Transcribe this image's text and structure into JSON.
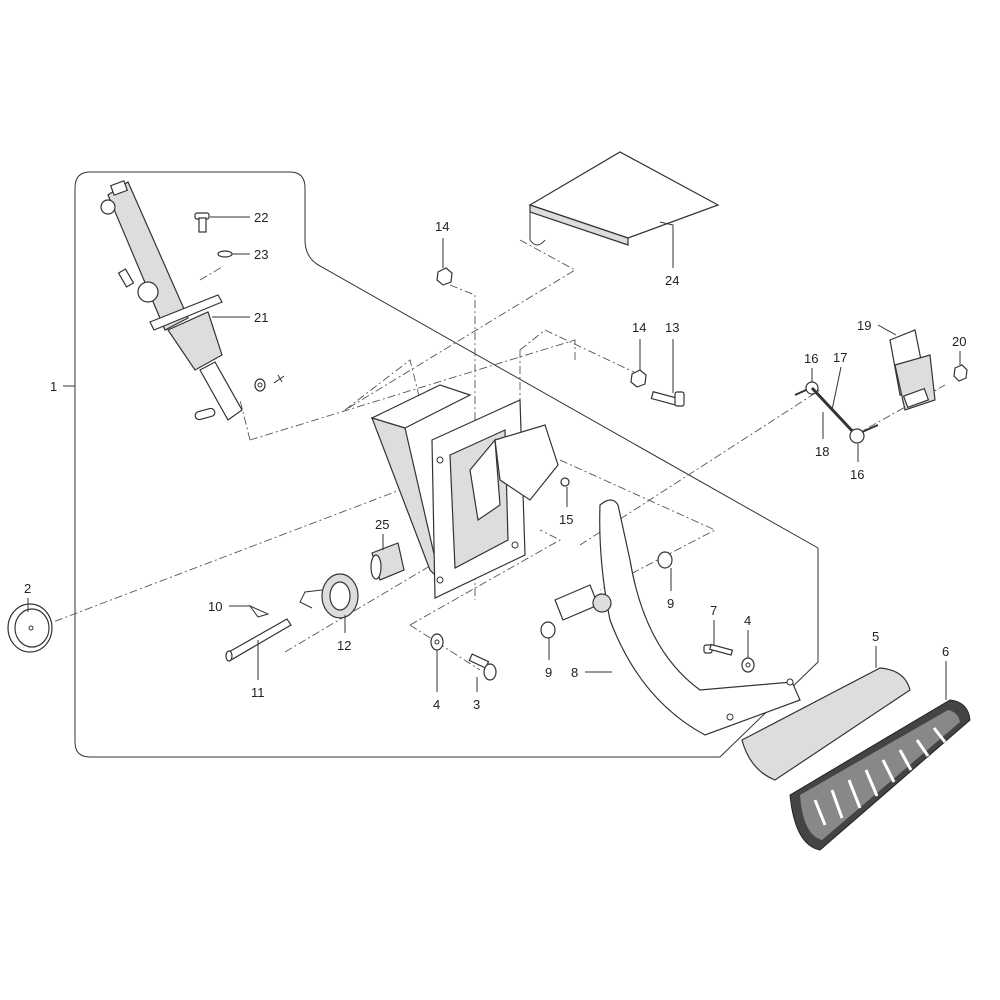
{
  "diagram": {
    "title": "Pedal assembly exploded view",
    "callouts": {
      "c1": "1",
      "c2": "2",
      "c3": "3",
      "c4a": "4",
      "c4b": "4",
      "c5": "5",
      "c6": "6",
      "c7": "7",
      "c8": "8",
      "c9a": "9",
      "c9b": "9",
      "c10": "10",
      "c11": "11",
      "c12": "12",
      "c13": "13",
      "c14a": "14",
      "c14b": "14",
      "c15": "15",
      "c16a": "16",
      "c16b": "16",
      "c17": "17",
      "c18": "18",
      "c19": "19",
      "c20": "20",
      "c21": "21",
      "c22": "22",
      "c23": "23",
      "c24": "24",
      "c25": "25"
    }
  }
}
